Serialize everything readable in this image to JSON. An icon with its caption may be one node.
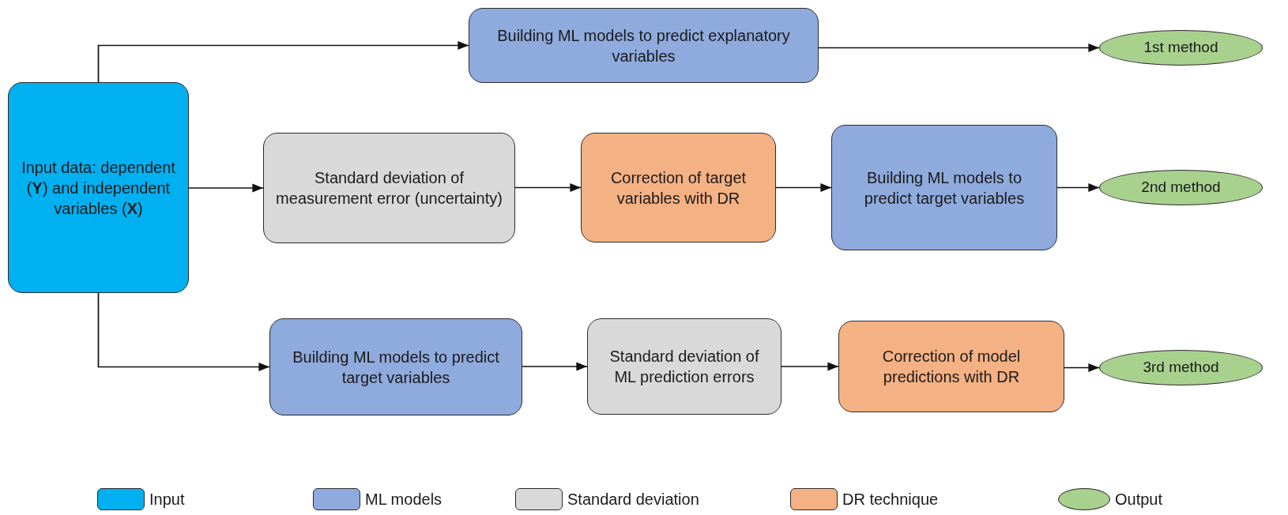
{
  "diagram": {
    "nodes": [
      {
        "text": [
          "Input data: dependent (**Y**) and independent variables (**X**)"
        ]
      },
      {
        "text": [
          "Building ML models to predict explanatory variables"
        ]
      },
      {
        "text": [
          "1st method"
        ]
      },
      {
        "text": [
          "Standard deviation of measurement error (uncertainty)"
        ]
      },
      {
        "text": [
          "Correction of target variables with DR"
        ]
      },
      {
        "text": [
          "Building ML models to predict target variables"
        ]
      },
      {
        "text": [
          "2nd method"
        ]
      },
      {
        "text": [
          "Building ML models to predict target variables"
        ]
      },
      {
        "text": [
          "Standard deviation of ML prediction errors"
        ]
      },
      {
        "text": [
          "Correction of model predictions with DR"
        ]
      },
      {
        "text": [
          "3rd method"
        ]
      }
    ],
    "edges": [
      {
        "from": 0,
        "to": 1,
        "arrow": "to"
      },
      {
        "from": 1,
        "to": 2,
        "arrow": "to"
      },
      {
        "from": 0,
        "to": 3,
        "arrow": "to"
      },
      {
        "from": 3,
        "to": 4,
        "arrow": "to"
      },
      {
        "from": 4,
        "to": 5,
        "arrow": "to"
      },
      {
        "from": 5,
        "to": 6,
        "arrow": "to"
      },
      {
        "from": 0,
        "to": 7,
        "arrow": "to"
      },
      {
        "from": 7,
        "to": 8,
        "arrow": "to"
      },
      {
        "from": 8,
        "to": 9,
        "arrow": "to"
      },
      {
        "from": 9,
        "to": 10,
        "arrow": "to"
      }
    ],
    "legend": [
      {
        "text": "Input",
        "color": "#00b0f0"
      },
      {
        "text": "ML models",
        "color": "#8faadc"
      },
      {
        "text": "Standard deviation",
        "color": "#d9d9d9"
      },
      {
        "text": "DR technique",
        "color": "#f4b183"
      },
      {
        "text": "Output",
        "color": "#a9d18e"
      }
    ]
  }
}
